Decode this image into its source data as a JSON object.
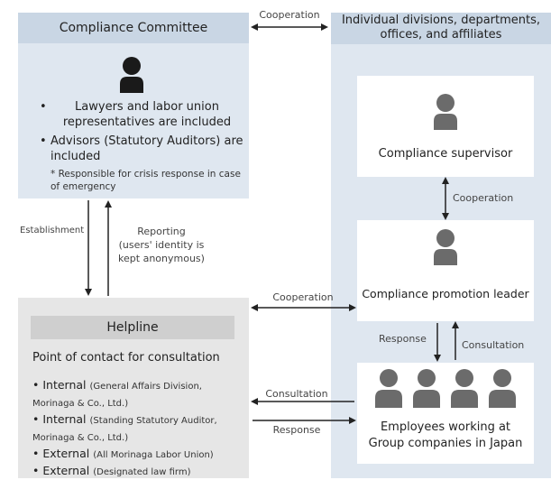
{
  "committee": {
    "title": "Compliance Committee",
    "bullets": [
      "Lawyers and labor union representatives are included",
      "Advisors (Statutory Auditors) are included"
    ],
    "note": "* Responsible for crisis response in case of emergency"
  },
  "divisions": {
    "title_line1": "Individual divisions, departments,",
    "title_line2": "offices, and affiliates",
    "supervisor": "Compliance supervisor",
    "promotion_leader": "Compliance promotion leader",
    "employees_line1": "Employees working at",
    "employees_line2": "Group companies in Japan"
  },
  "helpline": {
    "title": "Helpline",
    "subtitle": "Point of contact for consultation",
    "items": [
      {
        "label": "Internal",
        "detail": "(General Affairs Division, Morinaga & Co., Ltd.)"
      },
      {
        "label": "Internal",
        "detail": "(Standing Statutory Auditor, Morinaga & Co., Ltd.)"
      },
      {
        "label": "External",
        "detail": "(All Morinaga Labor Union)"
      },
      {
        "label": "External",
        "detail": "(Designated law firm)"
      }
    ]
  },
  "arrows": {
    "cooperation_top": "Cooperation",
    "establishment": "Establishment",
    "reporting_line1": "Reporting",
    "reporting_line2": "(users' identity is",
    "reporting_line3": "kept anonymous)",
    "cooperation_right": "Cooperation",
    "cooperation_mid": "Cooperation",
    "response_right": "Response",
    "consultation_right": "Consultation",
    "consultation_bottom": "Consultation",
    "response_bottom": "Response"
  }
}
